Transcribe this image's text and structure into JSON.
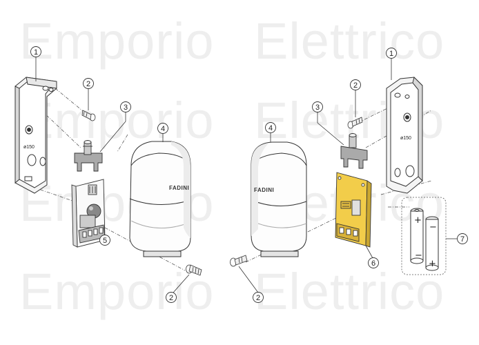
{
  "watermark": {
    "rows": [
      {
        "left": "Emporio",
        "right": "Elettrico"
      },
      {
        "left": "Emporio",
        "right": "Elettrico"
      },
      {
        "left": "Emporio",
        "right": "Elettrico"
      },
      {
        "left": "Emporio",
        "right": "Elettrico"
      }
    ]
  },
  "housing": {
    "model_text": "ø150",
    "brand_text": "FADINI"
  },
  "battery": {
    "plus": "+",
    "minus": "−"
  },
  "callouts": {
    "c1_left": "1",
    "c1_right": "1",
    "c2_left_top": "2",
    "c2_right_top": "2",
    "c2_left_bottom": "2",
    "c2_right_bottom": "2",
    "c3_left": "3",
    "c3_right": "3",
    "c4_left": "4",
    "c4_right": "4",
    "c5": "5",
    "c6": "6",
    "c7": "7"
  },
  "colors": {
    "line": "#333333",
    "pcb_yellow": "#f2cd4a",
    "pcb_white": "#fafafa",
    "shade": "#e4e4e4"
  }
}
